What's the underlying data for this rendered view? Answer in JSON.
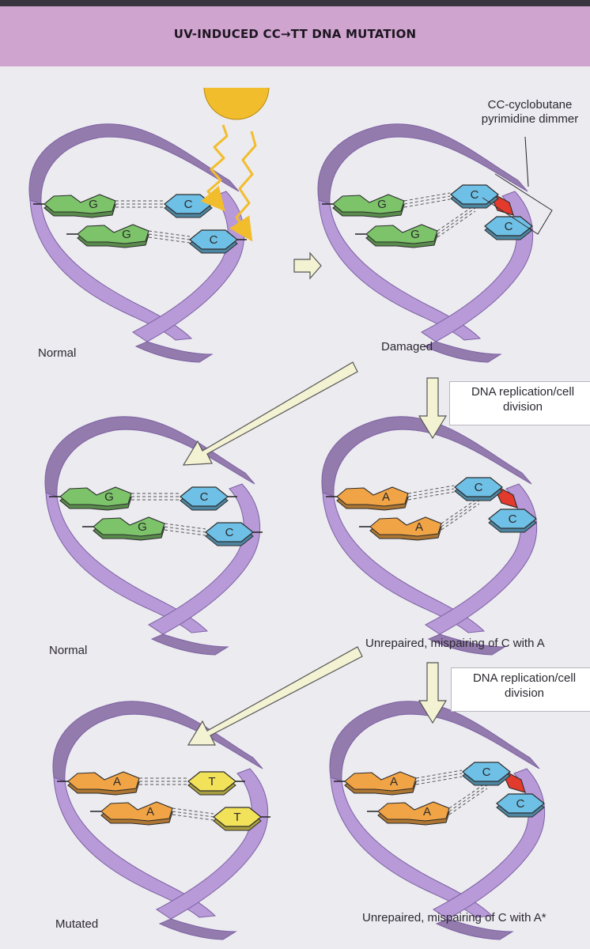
{
  "title": "UV-INDUCED CC→TT DNA MUTATION",
  "colors": {
    "header": "#cfa4cf",
    "helix": "#b89ad8",
    "guanine": "#7cc36a",
    "cytosine": "#6fc0e6",
    "adenine": "#f0a446",
    "thymine": "#f2e25a",
    "dimer": "#e23a2c",
    "uv_source": "#f2bd2c",
    "arrow_fill": "#f3f2d2"
  },
  "uv": {
    "icon": "sun-uv-source-icon"
  },
  "dimer_callout": {
    "line1": "CC-cyclobutane",
    "line2": "pyrimidine dimmer"
  },
  "panels": {
    "normal_top": {
      "label": "Normal",
      "bases": [
        {
          "left": "G",
          "right": "C"
        },
        {
          "left": "G",
          "right": "C"
        }
      ]
    },
    "damaged": {
      "label": "Damaged",
      "bases": [
        {
          "left": "G",
          "right": "C"
        },
        {
          "left": "G",
          "right": "C"
        }
      ]
    },
    "normal_mid": {
      "label": "Normal",
      "bases": [
        {
          "left": "G",
          "right": "C"
        },
        {
          "left": "G",
          "right": "C"
        }
      ]
    },
    "mispaired_mid": {
      "label": "Unrepaired, mispairing of C with A",
      "bases": [
        {
          "left": "A",
          "right": "C"
        },
        {
          "left": "A",
          "right": "C"
        }
      ]
    },
    "mutated": {
      "label": "Mutated",
      "bases": [
        {
          "left": "A",
          "right": "T"
        },
        {
          "left": "A",
          "right": "T"
        }
      ]
    },
    "mispaired_bottom": {
      "label": "Unrepaired, mispairing of C with A*",
      "bases": [
        {
          "left": "A",
          "right": "C"
        },
        {
          "left": "A",
          "right": "C"
        }
      ]
    }
  },
  "steps": [
    {
      "line1": "DNA replication/cell",
      "line2": "division"
    },
    {
      "line1": "DNA replication/cell",
      "line2": "division"
    }
  ]
}
